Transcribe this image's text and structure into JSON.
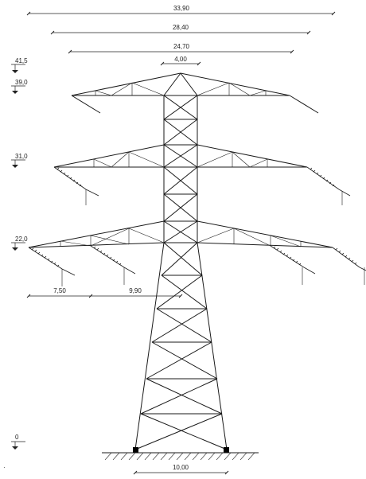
{
  "dimensions": {
    "width_total": "33,90",
    "width_upper": "28,40",
    "width_top": "24,70",
    "width_peak": "4,00",
    "span_outer": "7,50",
    "span_inner": "9,90",
    "base": "10,00"
  },
  "elevations": {
    "peak": "41,5",
    "top_arm": "39,0",
    "middle_arm": "31,0",
    "lower_arm": "22,0",
    "ground": "0"
  },
  "stray_mark": "·"
}
